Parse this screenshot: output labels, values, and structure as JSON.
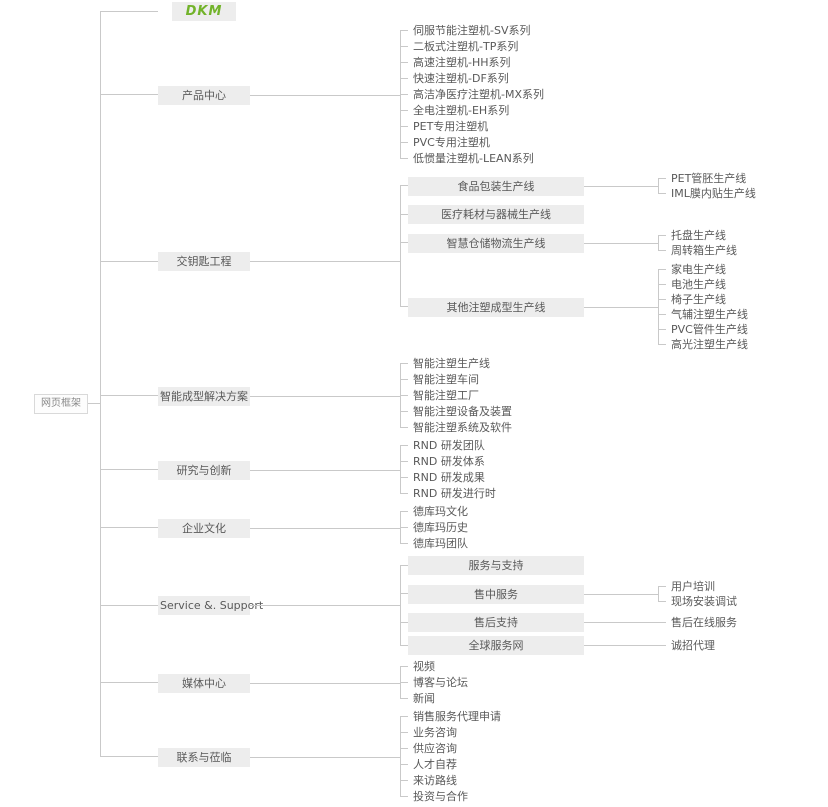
{
  "colors": {
    "logo_green": "#72b32a",
    "line": "#c9c9c9",
    "node_bg": "#ededed",
    "text": "#595959"
  },
  "tree": {
    "label": "网页框架",
    "children": [
      {
        "label": "DKM",
        "logo": true
      },
      {
        "label": "产品中心",
        "children": [
          {
            "label": "伺服节能注塑机-SV系列"
          },
          {
            "label": "二板式注塑机-TP系列"
          },
          {
            "label": "高速注塑机-HH系列"
          },
          {
            "label": "快速注塑机-DF系列"
          },
          {
            "label": "高洁净医疗注塑机-MX系列"
          },
          {
            "label": "全电注塑机-EH系列"
          },
          {
            "label": "PET专用注塑机"
          },
          {
            "label": "PVC专用注塑机"
          },
          {
            "label": "低惯量注塑机-LEAN系列"
          }
        ]
      },
      {
        "label": "交钥匙工程",
        "children": [
          {
            "label": "食品包装生产线",
            "boxed": true,
            "children": [
              {
                "label": "PET管胚生产线"
              },
              {
                "label": "IML膜内贴生产线"
              }
            ]
          },
          {
            "label": "医疗耗材与器械生产线",
            "boxed": true
          },
          {
            "label": "智慧仓储物流生产线",
            "boxed": true,
            "children": [
              {
                "label": "托盘生产线"
              },
              {
                "label": "周转箱生产线"
              }
            ]
          },
          {
            "label": "其他注塑成型生产线",
            "boxed": true,
            "children": [
              {
                "label": "家电生产线"
              },
              {
                "label": "电池生产线"
              },
              {
                "label": "椅子生产线"
              },
              {
                "label": "气辅注塑生产线"
              },
              {
                "label": "PVC管件生产线"
              },
              {
                "label": "高光注塑生产线"
              }
            ]
          }
        ]
      },
      {
        "label": "智能成型解决方案",
        "children": [
          {
            "label": "智能注塑生产线"
          },
          {
            "label": "智能注塑车间"
          },
          {
            "label": "智能注塑工厂"
          },
          {
            "label": "智能注塑设备及装置"
          },
          {
            "label": "智能注塑系统及软件"
          }
        ]
      },
      {
        "label": "研究与创新",
        "children": [
          {
            "label": "RND 研发团队"
          },
          {
            "label": "RND 研发体系"
          },
          {
            "label": "RND 研发成果"
          },
          {
            "label": "RND 研发进行时"
          }
        ]
      },
      {
        "label": "企业文化",
        "children": [
          {
            "label": "德库玛文化"
          },
          {
            "label": "德库玛历史"
          },
          {
            "label": "德库玛团队"
          }
        ]
      },
      {
        "label": "Service &. Support",
        "children": [
          {
            "label": "服务与支持",
            "boxed": true
          },
          {
            "label": "售中服务",
            "boxed": true,
            "children": [
              {
                "label": "用户培训"
              },
              {
                "label": "现场安装调试"
              }
            ]
          },
          {
            "label": "售后支持",
            "boxed": true,
            "children": [
              {
                "label": "售后在线服务"
              }
            ]
          },
          {
            "label": "全球服务网",
            "boxed": true,
            "children": [
              {
                "label": "诚招代理"
              }
            ]
          }
        ]
      },
      {
        "label": "媒体中心",
        "children": [
          {
            "label": "视频"
          },
          {
            "label": "博客与论坛"
          },
          {
            "label": "新闻"
          }
        ]
      },
      {
        "label": "联系与莅临",
        "children": [
          {
            "label": "销售服务代理申请"
          },
          {
            "label": "业务咨询"
          },
          {
            "label": "供应咨询"
          },
          {
            "label": "人才自荐"
          },
          {
            "label": "来访路线"
          },
          {
            "label": "投资与合作"
          }
        ]
      }
    ]
  }
}
